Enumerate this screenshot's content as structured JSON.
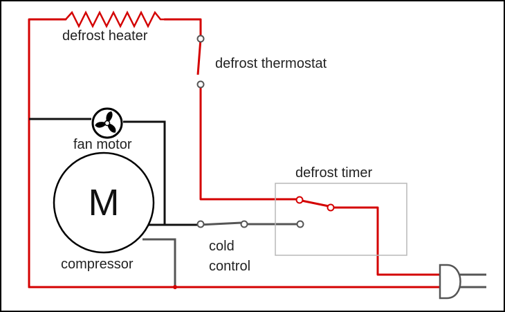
{
  "labels": {
    "defrost_heater": "defrost heater",
    "defrost_thermostat": "defrost thermostat",
    "fan_motor": "fan motor",
    "compressor_symbol": "M",
    "compressor": "compressor",
    "defrost_timer": "defrost timer",
    "cold_control_line1": "cold",
    "cold_control_line2": "control"
  },
  "colors": {
    "red_wire": "#d40000",
    "black_wire": "#111111",
    "gray_wire": "#555555",
    "timer_box": "#b8b8b8",
    "outline": "#000000"
  },
  "icons": [
    "resistor-icon",
    "fan-icon",
    "switch-icon",
    "plug-icon"
  ]
}
